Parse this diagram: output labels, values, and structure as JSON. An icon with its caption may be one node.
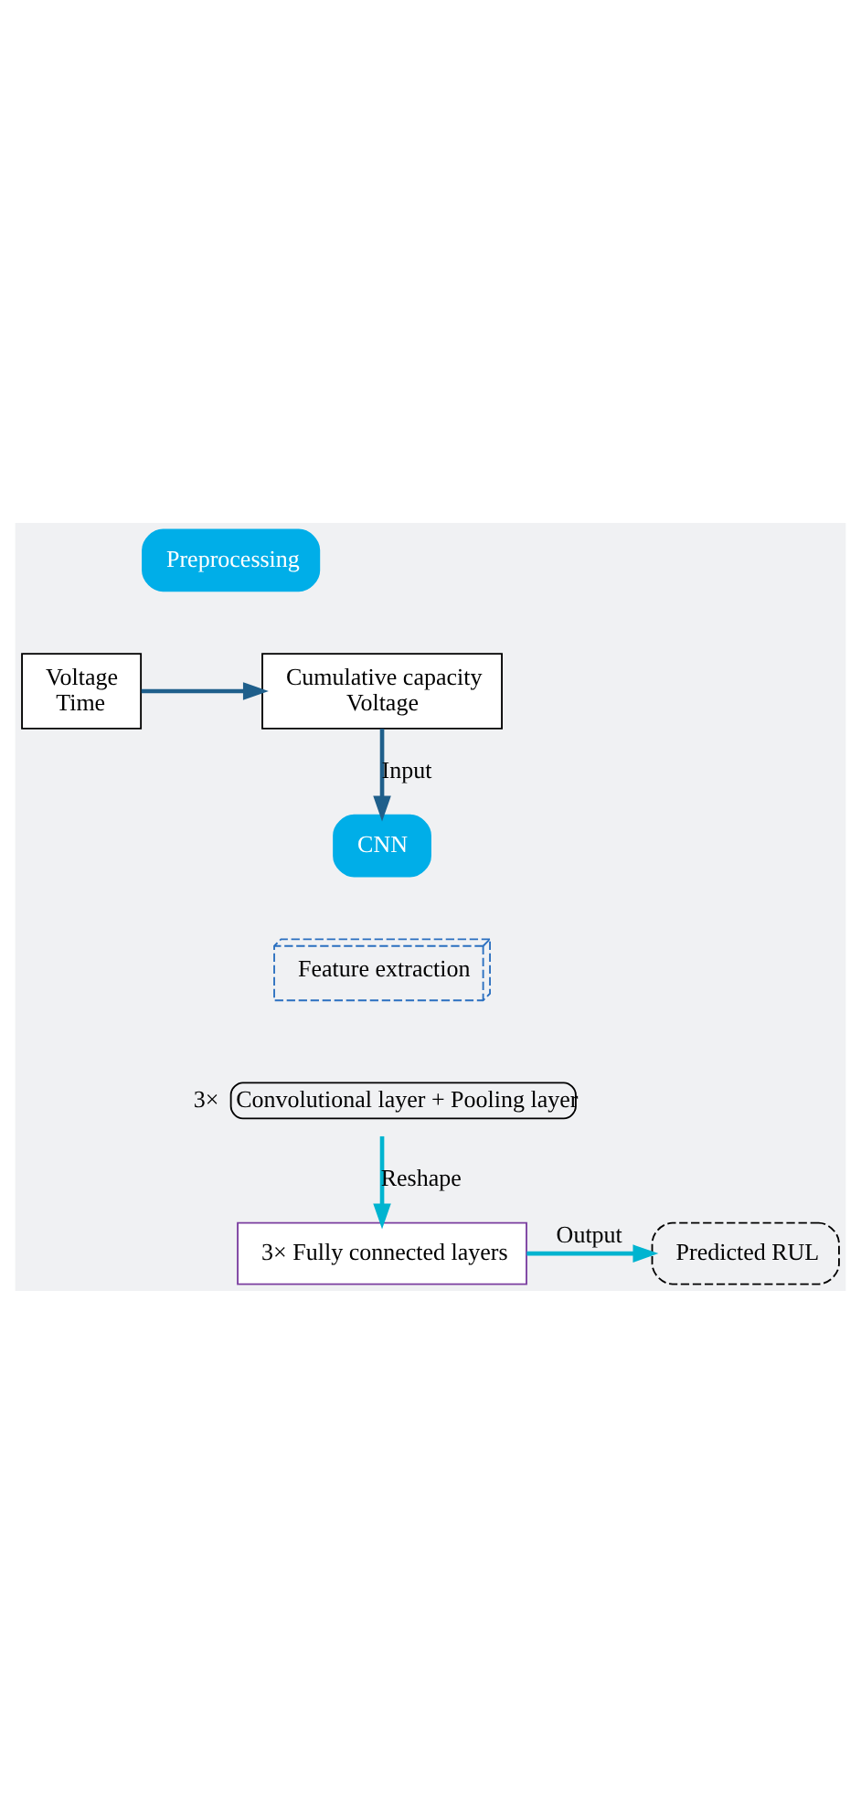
{
  "diagram": {
    "nodes": [
      {
        "text": [
          "Preprocessing"
        ]
      },
      {
        "text": [
          "Voltage",
          "Time"
        ]
      },
      {
        "text": [
          "Cumulative capacity",
          "Voltage"
        ]
      },
      {
        "text": [
          "CNN"
        ]
      },
      {
        "text": [
          "Feature extraction"
        ]
      },
      {
        "text": [
          "Convolutional layer + Pooling layer"
        ],
        "beside": [
          "3×"
        ]
      },
      {
        "text": [
          "3× Fully connected layers"
        ]
      },
      {
        "text": [
          "Predicted RUL"
        ]
      }
    ],
    "edges": [
      {
        "from": 1,
        "to": 2,
        "arrow": "to",
        "color": "#1f5f8b"
      },
      {
        "from": 2,
        "to": 3,
        "arrow": "to",
        "label": "Input",
        "color": "#1f5f8b"
      },
      {
        "from": 5,
        "to": 6,
        "arrow": "to",
        "label": "Reshape"
      },
      {
        "from": 6,
        "to": 7,
        "arrow": "to",
        "label": "Output"
      }
    ]
  }
}
